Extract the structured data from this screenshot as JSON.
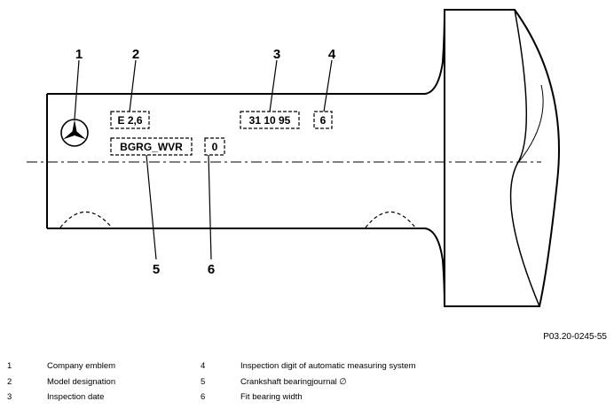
{
  "callouts": [
    "1",
    "2",
    "3",
    "4",
    "5",
    "6"
  ],
  "stamps": {
    "model_designation": "E 2,6",
    "inspection_date": "31 10 95",
    "inspection_digit": "6",
    "journal_code": "BGRG_WVR",
    "bearing_width": "0"
  },
  "figure_ref": "P03.20-0245-55",
  "legend": [
    {
      "num": "1",
      "text": "Company emblem"
    },
    {
      "num": "2",
      "text": "Model designation"
    },
    {
      "num": "3",
      "text": "Inspection date"
    },
    {
      "num": "4",
      "text": "Inspection digit of automatic measuring system"
    },
    {
      "num": "5",
      "text": "Crankshaft bearingjournal ∅"
    },
    {
      "num": "6",
      "text": "Fit bearing width"
    }
  ]
}
